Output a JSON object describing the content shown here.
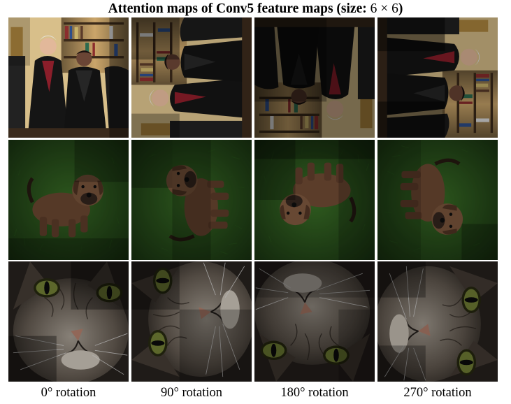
{
  "figure": {
    "title_text": "Attention maps of Conv5 feature maps (size: ",
    "title_math": "6 × 6",
    "title_close": ")",
    "captions": [
      "0° rotation",
      "90° rotation",
      "180° rotation",
      "270° rotation"
    ],
    "rows": [
      {
        "subject": "graduation-photo",
        "rotations": [
          0,
          90,
          180,
          270
        ]
      },
      {
        "subject": "puppy-on-grass",
        "rotations": [
          0,
          90,
          180,
          270
        ]
      },
      {
        "subject": "cat-face-closeup",
        "rotations": [
          0,
          90,
          180,
          270
        ]
      }
    ],
    "colors": {
      "background": "#ffffff",
      "dark_overlay": "#000000"
    }
  }
}
